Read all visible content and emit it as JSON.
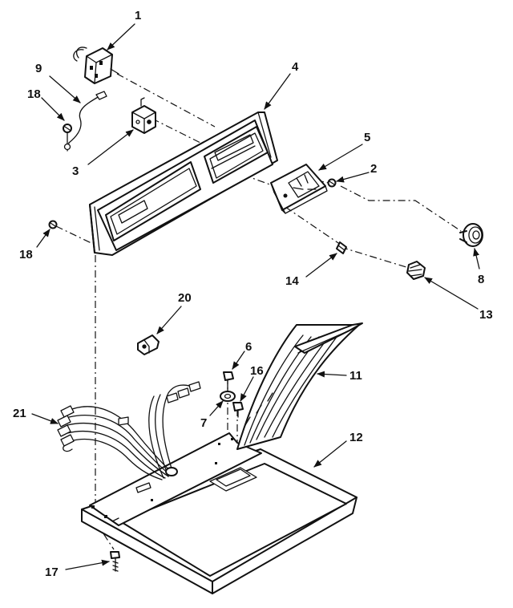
{
  "callouts": [
    {
      "id": "1",
      "label": "1"
    },
    {
      "id": "2",
      "label": "2"
    },
    {
      "id": "3",
      "label": "3"
    },
    {
      "id": "4",
      "label": "4"
    },
    {
      "id": "5",
      "label": "5"
    },
    {
      "id": "6",
      "label": "6"
    },
    {
      "id": "7",
      "label": "7"
    },
    {
      "id": "8",
      "label": "8"
    },
    {
      "id": "9",
      "label": "9"
    },
    {
      "id": "11",
      "label": "11"
    },
    {
      "id": "12",
      "label": "12"
    },
    {
      "id": "13",
      "label": "13"
    },
    {
      "id": "14",
      "label": "14"
    },
    {
      "id": "16",
      "label": "16"
    },
    {
      "id": "17",
      "label": "17"
    },
    {
      "id": "18a",
      "label": "18"
    },
    {
      "id": "18b",
      "label": "18"
    },
    {
      "id": "20",
      "label": "20"
    },
    {
      "id": "21",
      "label": "21"
    }
  ]
}
